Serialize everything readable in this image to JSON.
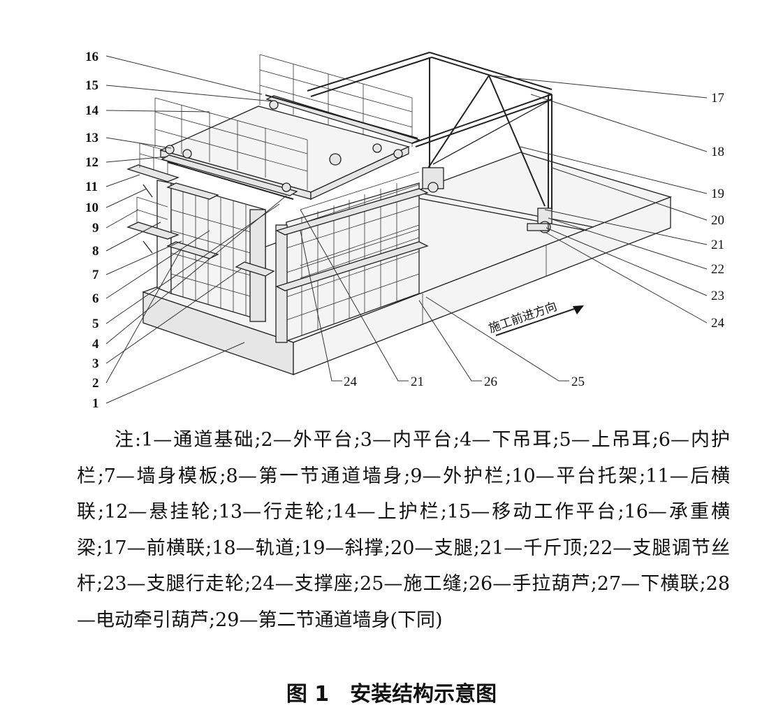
{
  "figure": {
    "left_labels": [
      "16",
      "15",
      "14",
      "13",
      "12",
      "11",
      "10",
      "9",
      "8",
      "7",
      "6",
      "5",
      "4",
      "3",
      "2",
      "1"
    ],
    "right_labels": [
      "17",
      "18",
      "19",
      "20",
      "21",
      "22",
      "23",
      "24"
    ],
    "bottom_labels": [
      "24",
      "21",
      "26",
      "25"
    ],
    "direction_text": "施工前进方向"
  },
  "note": "注:1—通道基础;2—外平台;3—内平台;4—下吊耳;5—上吊耳;6—内护栏;7—墙身模板;8—第一节通道墙身;9—外护栏;10—平台托架;11—后横联;12—悬挂轮;13—行走轮;14—上护栏;15—移动工作平台;16—承重横梁;17—前横联;18—轨道;19—斜撑;20—支腿;21—千斤顶;22—支腿调节丝杆;23—支腿行走轮;24—支撑座;25—施工缝;26—手拉葫芦;27—下横联;28—电动牵引葫芦;29—第二节通道墙身(下同)",
  "caption": "图 1　安装结构示意图"
}
